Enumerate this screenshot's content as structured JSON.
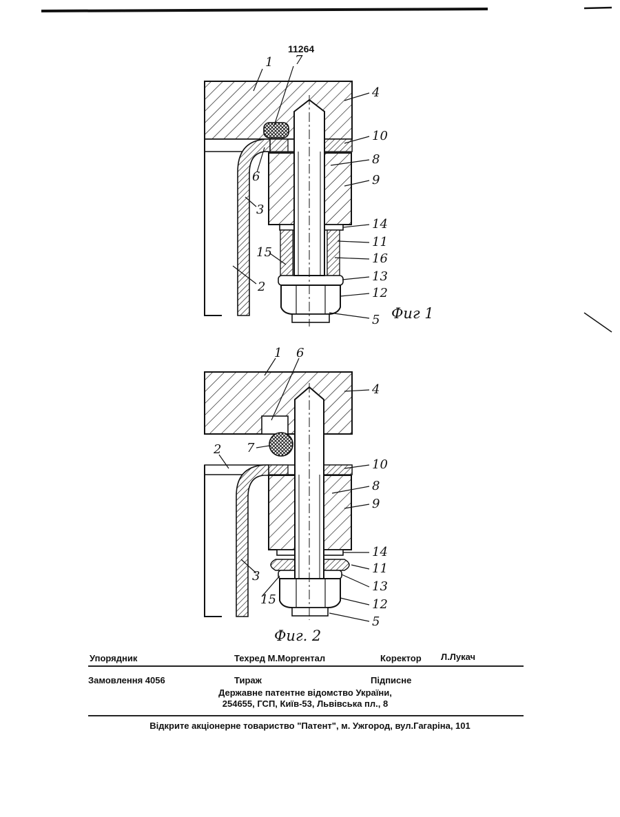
{
  "page_number": "11264",
  "figures": [
    {
      "caption": "Фиг 1",
      "labels": [
        "1",
        "7",
        "4",
        "10",
        "8",
        "6",
        "9",
        "3",
        "14",
        "11",
        "15",
        "16",
        "13",
        "2",
        "12",
        "5"
      ]
    },
    {
      "caption": "Фиг. 2",
      "labels": [
        "1",
        "6",
        "4",
        "7",
        "2",
        "10",
        "8",
        "9",
        "14",
        "3",
        "11",
        "13",
        "15",
        "12",
        "5"
      ]
    }
  ],
  "imprint": {
    "compiler_label": "Упорядник",
    "techred": "Техред М.Моргентал",
    "corrector_label": "Коректор",
    "corrector_name": "Л.Лукач",
    "order": "Замовлення 4056",
    "circulation": "Тираж",
    "subscription": "Підписне",
    "office": "Державне патентне відомство України,",
    "address": "254655, ГСП, Київ-53, Львівська пл., 8",
    "publisher": "Відкрите акціонерне товариство \"Патент\", м. Ужгород, вул.Гагаріна, 101"
  }
}
